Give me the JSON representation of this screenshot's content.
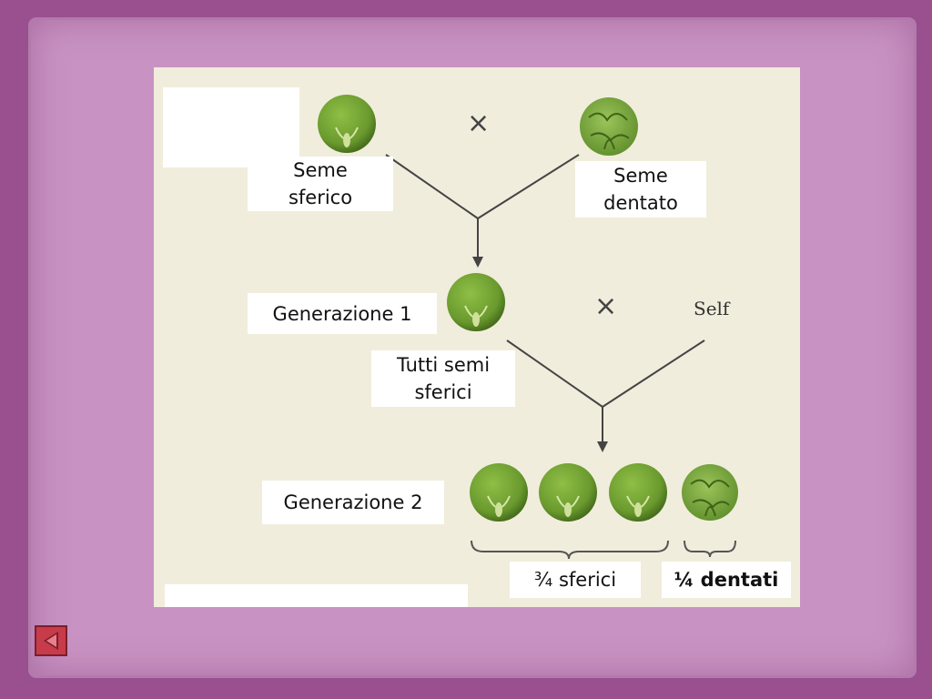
{
  "labels": {
    "seme_sferico": "Seme\nsferico",
    "seme_dentato": "Seme\ndentato",
    "generazione1": "Generazione  1",
    "tutti_semi_sferici": "Tutti   semi\nsferici",
    "generazione2": "Generazione  2",
    "tre_quarti_sferici": "¾ sferici",
    "un_quarto_dentati": "¼ dentati",
    "self": "Self",
    "cross_symbol": "×"
  },
  "colors": {
    "background": "#9a4f8f",
    "paper": "#c893c2",
    "panel": "#f1eddc",
    "seed_round": "#6e9d32",
    "seed_wrinkled": "#7aa83c",
    "nav_button": "#c73b4a"
  },
  "icons": {
    "nav": "back-arrow-icon"
  }
}
